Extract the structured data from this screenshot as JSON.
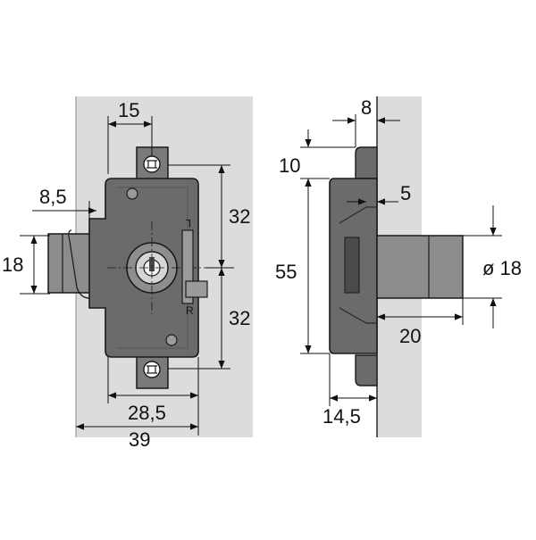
{
  "front_view": {
    "dim_15": "15",
    "dim_8_5": "8,5",
    "dim_18": "18",
    "dim_32_top": "32",
    "dim_32_bottom": "32",
    "dim_28_5": "28,5",
    "dim_39": "39",
    "mark_l": "L",
    "mark_r": "R"
  },
  "side_view": {
    "dim_8": "8",
    "dim_10": "10",
    "dim_5": "5",
    "dim_55": "55",
    "dim_diameter_18": "ø 18",
    "dim_20": "20",
    "dim_14_5": "14,5"
  },
  "colors": {
    "panel": "#dddcdc",
    "body": "#6b6b6b",
    "body_dark": "#4a4a4a",
    "bolt": "#8c8c8c",
    "line": "#1a1a1a"
  }
}
